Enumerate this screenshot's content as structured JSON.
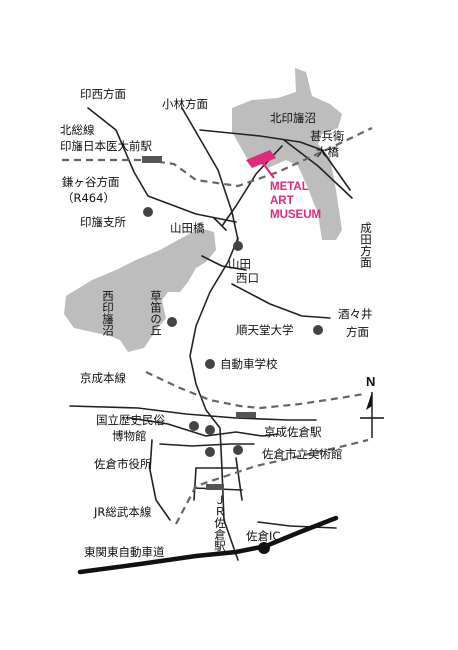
{
  "colors": {
    "accent": "#e0287c",
    "water": "#bdbdbd",
    "rail": "#666666",
    "road": "#222222"
  },
  "labels": {
    "inzai_direction": "印西方面",
    "kobayashi_direction": "小林方面",
    "kitainbanuma": "北印旛沼",
    "jinbee_bridge_1": "甚兵衛",
    "jinbee_bridge_2": "大橋",
    "hokuso_line_1": "北総線",
    "hokuso_line_2": "印旛日本医大前駅",
    "kamagaya_direction_1": "鎌ヶ谷方面",
    "kamagaya_direction_2": "（R464）",
    "inba_branch": "印旛支所",
    "yamada_bridge": "山田橋",
    "museum_1": "METAL",
    "museum_2": "ART",
    "museum_3": "MUSEUM",
    "narita_direction": "成田方面",
    "yamada_1": "山田",
    "yamada_2": "西口",
    "nishiinbanuma": "西印旛沼",
    "kusabue_hill": "草笛の丘",
    "shuzui_direction_1": "酒々井",
    "shuzui_direction_2": "方面",
    "juntendo": "順天堂大学",
    "driving_school": "自動車学校",
    "keisei_line": "京成本線",
    "history_museum_1": "国立歴史民俗",
    "history_museum_2": "博物館",
    "keisei_sakura_station": "京成佐倉駅",
    "city_art_museum": "佐倉市立美術館",
    "city_hall": "佐倉市役所",
    "jr_sakura_station": "ＪＲ佐倉駅",
    "jr_sobu_line": "JR総武本線",
    "sakura_ic": "佐倉IC",
    "higashikanto_expressway": "東関東自動車道",
    "north": "N"
  }
}
